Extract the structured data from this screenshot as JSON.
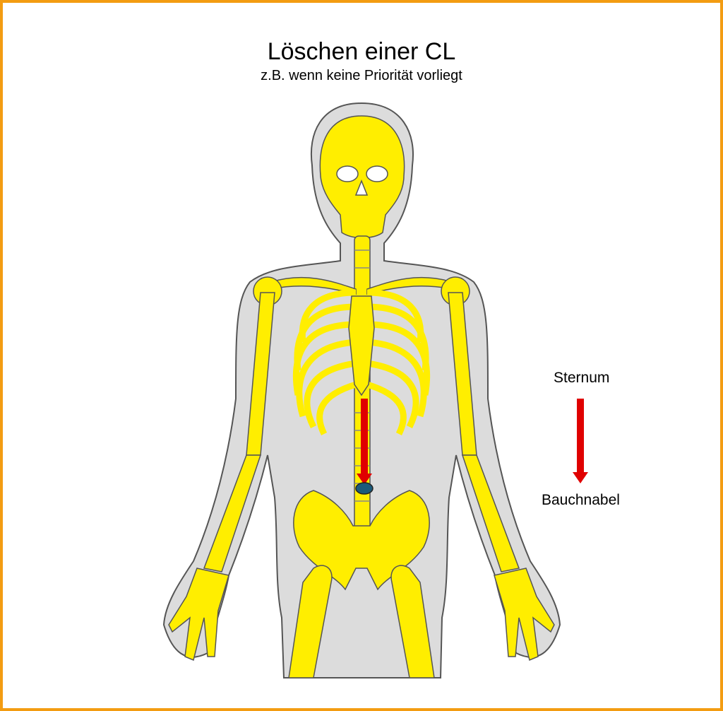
{
  "slide": {
    "title": "Löschen einer CL",
    "subtitle": "z.B. wenn keine Priorität vorliegt"
  },
  "legend": {
    "start_label": "Sternum",
    "end_label": "Bauchnabel"
  },
  "colors": {
    "border": "#f39c12",
    "bone": "#ffee00",
    "body": "#dcdcdc",
    "arrow": "#e00000",
    "marker": "#1b5a7a"
  }
}
